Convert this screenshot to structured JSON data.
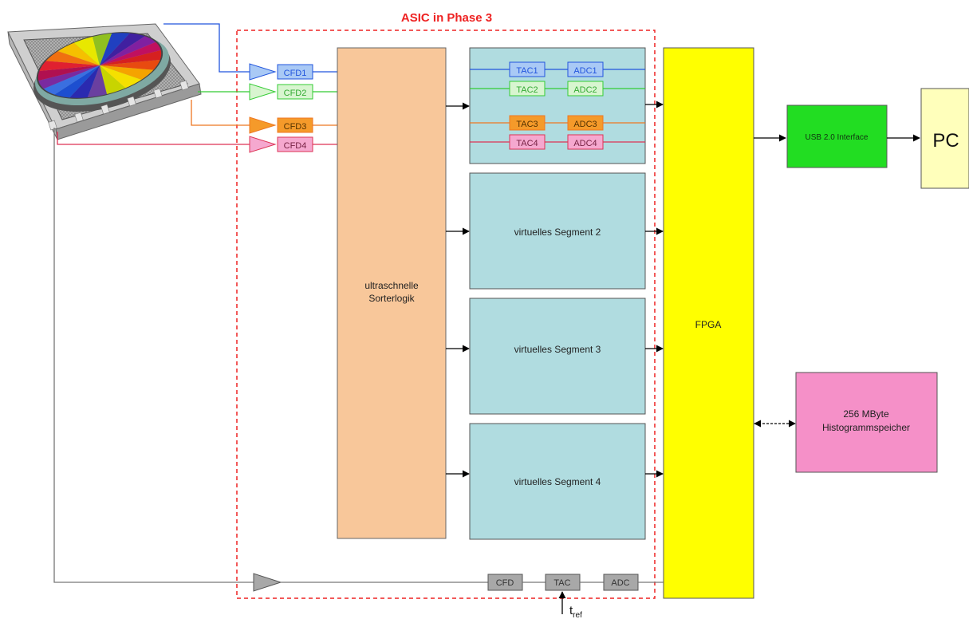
{
  "asic_title": "ASIC in Phase 3",
  "cfd_labels": [
    "CFD1",
    "CFD2",
    "CFD3",
    "CFD4"
  ],
  "tac_labels": [
    "TAC1",
    "TAC2",
    "TAC3",
    "TAC4"
  ],
  "adc_labels": [
    "ADC1",
    "ADC2",
    "ADC3",
    "ADC4"
  ],
  "sorter": {
    "line1": "ultraschnelle",
    "line2": "Sorterlogik"
  },
  "segments": [
    "virtuelles Segment 2",
    "virtuelles Segment 3",
    "virtuelles Segment 4"
  ],
  "fpga_label": "FPGA",
  "usb_label": "USB 2.0 Interface",
  "pc_label": "PC",
  "memory": {
    "line1": "256 MByte",
    "line2": "Histogrammspeicher"
  },
  "bottom_chain": [
    "CFD",
    "TAC",
    "ADC"
  ],
  "tref": {
    "main": "t",
    "sub": "ref"
  },
  "channel_colors": {
    "ch1": "#2255dd",
    "ch2": "#33cc33",
    "ch3": "#ee7722",
    "ch4": "#dd3355",
    "fill1": "#a9c9f5",
    "fill2": "#d8f5d0",
    "fill3": "#f59a2a",
    "fill4": "#f5a8cf"
  },
  "block_colors": {
    "sorter": "#f8c79a",
    "segment": "#b0dce0",
    "fpga": "#ffff00",
    "usb": "#22dd22",
    "pc": "#ffffbb",
    "memory": "#f590c8",
    "asic_border": "#ee2222",
    "gray_box": "#a8a8a8"
  }
}
